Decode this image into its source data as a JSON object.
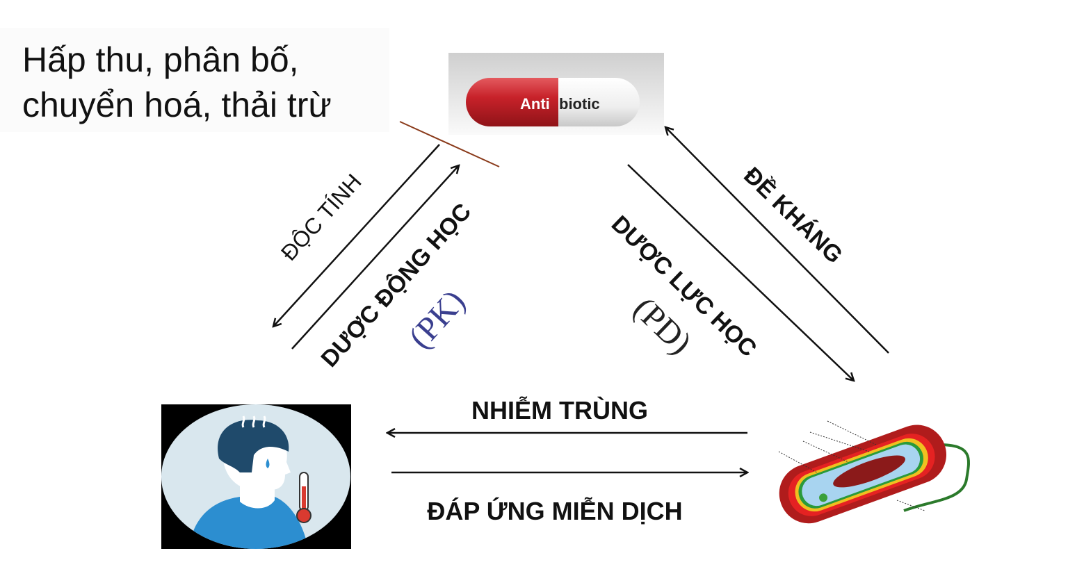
{
  "header_text": {
    "line1": "Hấp thu, phân bố,",
    "line2": "chuyển hoá, thải trừ"
  },
  "pill": {
    "label_red": "Anti",
    "label_white": "biotic"
  },
  "labels": {
    "toxicity": "ĐỘC TÍNH",
    "pharmacokinetics": "DƯỢC ĐỘNG HỌC",
    "pk": "(PK)",
    "pharmacodynamics": "DƯỢC LỰC HỌC",
    "pd": "(PD)",
    "resistance": "ĐỀ KHÁNG",
    "infection": "NHIỄM TRÙNG",
    "immune_response": "ĐÁP ỨNG MIỄN DỊCH"
  },
  "colors": {
    "pk": "#3a3f8f",
    "pill_red": "#c8222a",
    "connector": "#8a3a1a"
  }
}
